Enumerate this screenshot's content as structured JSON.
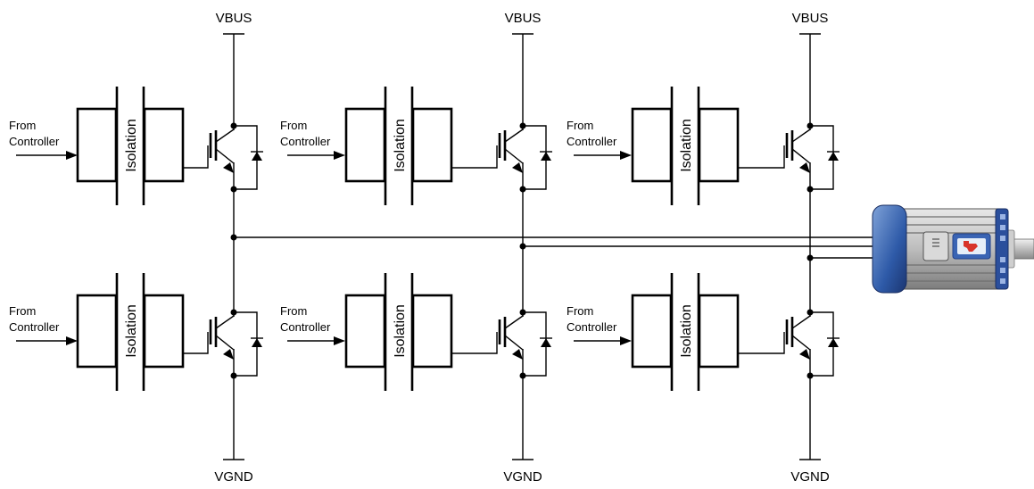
{
  "rails": {
    "top_label": "VBUS",
    "bottom_label": "VGND"
  },
  "driver": {
    "input_label_line1": "From",
    "input_label_line2": "Controller",
    "isolation_label": "Isolation"
  },
  "phases": [
    {
      "id": "phase-a"
    },
    {
      "id": "phase-b"
    },
    {
      "id": "phase-c"
    }
  ],
  "motor": {
    "icon": "motor-icon",
    "body_color": "#b8b8b8",
    "endcap_color": "#2a4f9a",
    "logo_color": "#d8342b"
  }
}
